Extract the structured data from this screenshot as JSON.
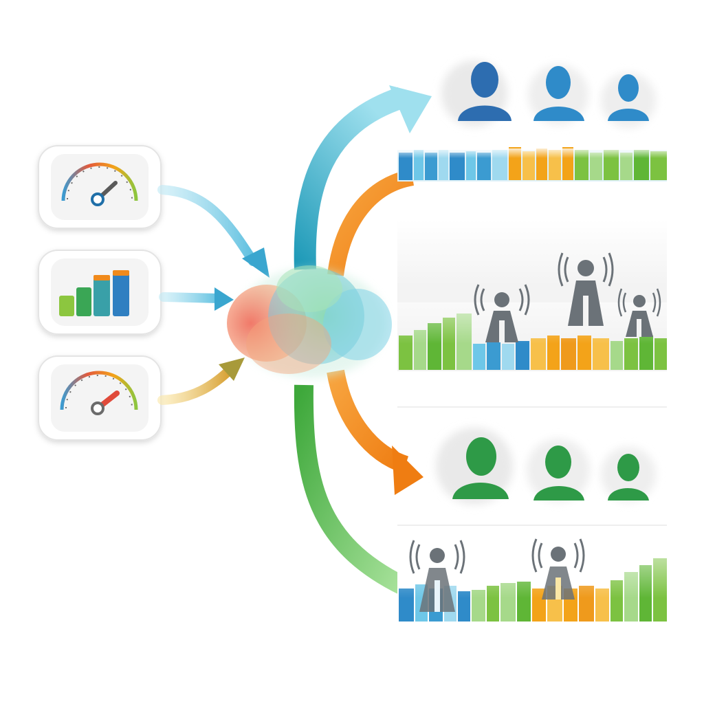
{
  "inputs": [
    {
      "icon": "speedometer-icon",
      "gauge_level": 0.72,
      "colors": [
        "#e35a3c",
        "#f3a319",
        "#8cc63f",
        "#3b9bd1"
      ]
    },
    {
      "icon": "bar-chart-icon",
      "bar_levels": [
        0.33,
        0.55,
        0.75,
        0.92
      ],
      "colors": [
        "#8cc63f",
        "#3aa655",
        "#39a0a8",
        "#2f7fc1"
      ]
    },
    {
      "icon": "speedometer-icon",
      "gauge_level": 0.78,
      "colors": [
        "#e35a3c",
        "#f3a319",
        "#8cc63f",
        "#3b9bd1"
      ]
    }
  ],
  "flows": {
    "inbound_colors": [
      "#7fd1e6",
      "#5fc0e0",
      "#f3c14a"
    ],
    "outbound_colors": [
      "#4cb7d6",
      "#f08a1c",
      "#f08a1c",
      "#62c05a"
    ]
  },
  "hub": {
    "icon": "cloud-hub-icon",
    "colors": [
      "#f0806a",
      "#f6c08a",
      "#7fd39a",
      "#6ec7e8"
    ]
  },
  "user_groups": [
    {
      "icon": "user-group-icon",
      "count": 3,
      "color": "#2f7fc1"
    },
    {
      "icon": "user-group-icon",
      "count": 3,
      "color": "#2e9a47"
    }
  ],
  "strips": [
    {
      "icon": "spectrum-strip-icon",
      "colors": [
        "#3b9bd1",
        "#f3a319",
        "#7cc241"
      ]
    },
    {
      "icon": "signal-bars-panel-icon",
      "colors": [
        "#7cc241",
        "#3b9bd1",
        "#f3a319"
      ],
      "towers": 3
    },
    {
      "icon": "signal-bars-panel-icon",
      "colors": [
        "#3b9bd1",
        "#7cc241",
        "#f3a319"
      ],
      "towers": 2
    }
  ],
  "tower_icon": "radio-tower-person-icon"
}
